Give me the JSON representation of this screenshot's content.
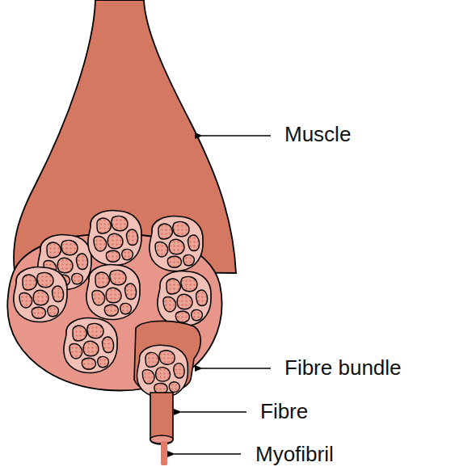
{
  "diagram": {
    "labels": [
      "Muscle",
      "Fibre bundle",
      "Fibre",
      "Myofibril"
    ]
  }
}
